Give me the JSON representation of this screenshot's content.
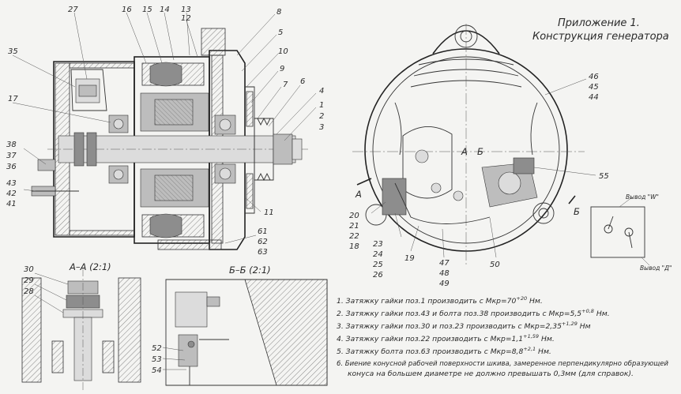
{
  "title": {
    "line1": "Приложение 1.",
    "line2": "Конструкция генератора"
  },
  "callouts_left": [
    {
      "id": "c27",
      "text": "27"
    },
    {
      "id": "c16",
      "text": "16"
    },
    {
      "id": "c15",
      "text": "15"
    },
    {
      "id": "c14",
      "text": "14"
    },
    {
      "id": "c13",
      "text": "13"
    },
    {
      "id": "c12",
      "text": "12"
    },
    {
      "id": "c8",
      "text": "8"
    },
    {
      "id": "c5",
      "text": "5"
    },
    {
      "id": "c10",
      "text": "10"
    },
    {
      "id": "c9",
      "text": "9"
    },
    {
      "id": "c7",
      "text": "7"
    },
    {
      "id": "c6",
      "text": "6"
    },
    {
      "id": "c4",
      "text": "4"
    },
    {
      "id": "c1",
      "text": "1"
    },
    {
      "id": "c2",
      "text": "2"
    },
    {
      "id": "c3",
      "text": "3"
    },
    {
      "id": "c35",
      "text": "35"
    },
    {
      "id": "c17",
      "text": "17"
    },
    {
      "id": "c38",
      "text": "38"
    },
    {
      "id": "c37",
      "text": "37"
    },
    {
      "id": "c36",
      "text": "36"
    },
    {
      "id": "c43",
      "text": "43"
    },
    {
      "id": "c42",
      "text": "42"
    },
    {
      "id": "c41",
      "text": "41"
    },
    {
      "id": "c11",
      "text": "11"
    },
    {
      "id": "c61",
      "text": "61"
    },
    {
      "id": "c62",
      "text": "62"
    },
    {
      "id": "c63",
      "text": "63"
    }
  ],
  "callouts_right": [
    {
      "id": "c46",
      "text": "46"
    },
    {
      "id": "c45",
      "text": "45"
    },
    {
      "id": "c44",
      "text": "44"
    },
    {
      "id": "c55",
      "text": "55"
    },
    {
      "id": "c20",
      "text": "20"
    },
    {
      "id": "c21",
      "text": "21"
    },
    {
      "id": "c22",
      "text": "22"
    },
    {
      "id": "c18",
      "text": "18"
    },
    {
      "id": "c23",
      "text": "23"
    },
    {
      "id": "c24",
      "text": "24"
    },
    {
      "id": "c25",
      "text": "25"
    },
    {
      "id": "c26",
      "text": "26"
    },
    {
      "id": "c19",
      "text": "19"
    },
    {
      "id": "c47",
      "text": "47"
    },
    {
      "id": "c48",
      "text": "48"
    },
    {
      "id": "c49",
      "text": "49"
    },
    {
      "id": "c50",
      "text": "50"
    }
  ],
  "callouts_sections": [
    {
      "id": "c30",
      "text": "30"
    },
    {
      "id": "c29",
      "text": "29"
    },
    {
      "id": "c28",
      "text": "28"
    },
    {
      "id": "c52",
      "text": "52"
    },
    {
      "id": "c53",
      "text": "53"
    },
    {
      "id": "c54",
      "text": "54"
    }
  ],
  "section_labels": {
    "aa": "А–А (2:1)",
    "bb": "Б–Б (2:1)",
    "mark_a1": "А",
    "mark_a2": "А",
    "mark_b1": "Б",
    "mark_b2": "Б"
  },
  "terminal_labels": {
    "w": "Вывод \"W\"",
    "d": "Вывод \"Д\""
  },
  "notes": [
    {
      "text": "1. Затяжку гайки поз.1 производить с Мкр=70",
      "sup": "+20",
      "tail": " Нм."
    },
    {
      "text": "2. Затяжку гайки поз.43 и болта поз.38 производить с Мкр=5,5",
      "sup": "+0,8",
      "tail": " Нм."
    },
    {
      "text": "3. Затяжку гайки поз.30 и поз.23  производить с Мкр=2,35",
      "sup": "+1,29",
      "tail": " Нм"
    },
    {
      "text": "4. Затяжку гайки поз.22 производить с Мкр=1,1",
      "sup": "+1,59",
      "tail": " Нм."
    },
    {
      "text": "5. Затяжку болта поз.63 производить с Мкр=8,8",
      "sup": "+2,1",
      "tail": " Нм."
    },
    {
      "text": "6. Биение конусной рабочей поверхности шкива, замеренное перпендикулярно образующей",
      "sup": "",
      "tail": ""
    },
    {
      "text": "конуса на большем диаметре не должно превышать 0,3мм (для справок).",
      "sup": "",
      "tail": ""
    }
  ]
}
